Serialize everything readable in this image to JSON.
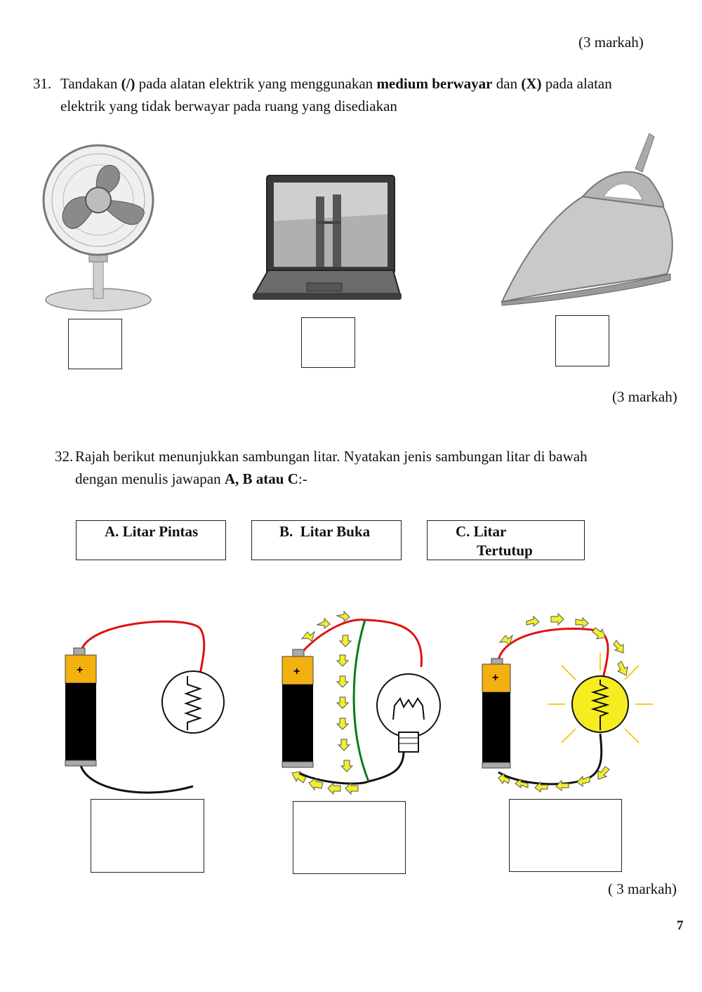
{
  "page": {
    "marks_top": "(3 markah)",
    "page_number": "7"
  },
  "q31": {
    "number": "31.",
    "text_1": "Tandakan ",
    "tick_symbol": "(/)",
    "text_2": " pada alatan elektrik yang menggunakan ",
    "bold_term": "medium berwayar",
    "text_3": " dan ",
    "cross_symbol": "(X)",
    "text_4": " pada alatan",
    "line_2": "elektrik yang tidak berwayar pada ruang yang disediakan",
    "items": [
      "fan",
      "laptop",
      "iron"
    ],
    "marks": "(3 markah)"
  },
  "q32": {
    "number": "32.",
    "line_1": "Rajah berikut menunjukkan sambungan litar.  Nyatakan jenis sambungan litar di bawah",
    "line_2_prefix": "dengan menulis jawapan ",
    "line_2_bold": "A, B atau C",
    "line_2_suffix": ":-",
    "options": [
      {
        "label": "A. Litar Pintas"
      },
      {
        "label": "B.  Litar Buka"
      },
      {
        "label_1": "C. Litar",
        "label_2": "Tertutup"
      }
    ],
    "battery_plus": "+",
    "marks": "( 3 markah)"
  },
  "colors": {
    "battery_top": "#f2b10f",
    "battery_body": "#000000",
    "wire_red": "#e01010",
    "wire_black": "#111111",
    "wire_green": "#0a7a1a",
    "arrow_yellow": "#f3ef2a",
    "bulb_lit": "#f6ec20"
  }
}
